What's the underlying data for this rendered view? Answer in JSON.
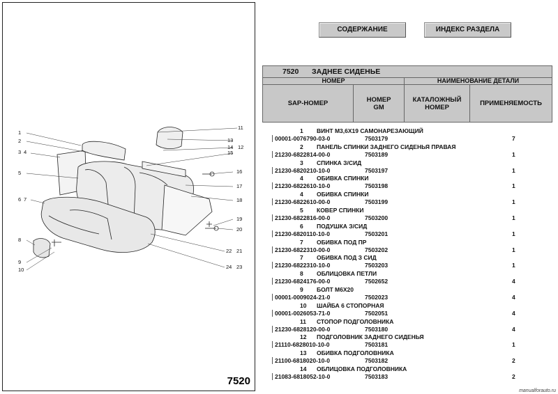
{
  "diagram": {
    "page_number": "7520",
    "callouts_left": [
      "1",
      "2",
      "3",
      "4",
      "5",
      "6",
      "7",
      "8",
      "9",
      "10"
    ],
    "callouts_right": [
      "11",
      "13",
      "14",
      "12",
      "15",
      "16",
      "17",
      "18",
      "19",
      "20",
      "22",
      "21",
      "24",
      "23"
    ]
  },
  "nav": {
    "contents_label": "СОДЕРЖАНИЕ",
    "index_label": "ИНДЕКС РАЗДЕЛА"
  },
  "section": {
    "code": "7520",
    "title": "ЗАДНЕЕ СИДЕНЬЕ"
  },
  "table_headers": {
    "number_group": "НОМЕР",
    "name_group": "НАИМЕНОВАНИЕ ДЕТАЛИ",
    "sap": "SAP-НОМЕР",
    "gm": "НОМЕР GM",
    "catalog": "КАТАЛОЖНЫЙ НОМЕР",
    "applicability": "ПРИМЕНЯЕМОСТЬ"
  },
  "parts": [
    {
      "pos": "1",
      "name": "ВИНТ М3,6Х19 САМОНАРЕЗАЮЩИЙ",
      "sap": "00001-0076790-03-0",
      "gm": "7503179",
      "qty": "7"
    },
    {
      "pos": "2",
      "name": "ПАНЕЛЬ СПИНКИ ЗАДНЕГО СИДЕНЬЯ ПРАВАЯ",
      "sap": "21230-6822814-00-0",
      "gm": "7503189",
      "qty": "1"
    },
    {
      "pos": "3",
      "name": "СПИНКА З/СИД",
      "sap": "21230-6820210-10-0",
      "gm": "7503197",
      "qty": "1"
    },
    {
      "pos": "4",
      "name": "ОБИВКА СПИНКИ",
      "sap": "21230-6822610-10-0",
      "gm": "7503198",
      "qty": "1"
    },
    {
      "pos": "4",
      "name": "ОБИВКА СПИНКИ",
      "sap": "21230-6822610-00-0",
      "gm": "7503199",
      "qty": "1"
    },
    {
      "pos": "5",
      "name": "КОВЕР СПИНКИ",
      "sap": "21230-6822816-00-0",
      "gm": "7503200",
      "qty": "1"
    },
    {
      "pos": "6",
      "name": "ПОДУШКА З/СИД",
      "sap": "21230-6820110-10-0",
      "gm": "7503201",
      "qty": "1"
    },
    {
      "pos": "7",
      "name": "ОБИВКА ПОД ПР",
      "sap": "21230-6822310-00-0",
      "gm": "7503202",
      "qty": "1"
    },
    {
      "pos": "7",
      "name": "ОБИВКА ПОД З СИД",
      "sap": "21230-6822310-10-0",
      "gm": "7503203",
      "qty": "1"
    },
    {
      "pos": "8",
      "name": "ОБЛИЦОВКА ПЕТЛИ",
      "sap": "21230-6824176-00-0",
      "gm": "7502652",
      "qty": "4"
    },
    {
      "pos": "9",
      "name": "БОЛТ М6Х20",
      "sap": "00001-0009024-21-0",
      "gm": "7502023",
      "qty": "4"
    },
    {
      "pos": "10",
      "name": "ШАЙБА 6 СТОПОРНАЯ",
      "sap": "00001-0026053-71-0",
      "gm": "7502051",
      "qty": "4"
    },
    {
      "pos": "11",
      "name": "СТОПОР ПОДГОЛОВНИКА",
      "sap": "21230-6828120-00-0",
      "gm": "7503180",
      "qty": "4"
    },
    {
      "pos": "12",
      "name": "ПОДГОЛОВНИК ЗАДНЕГО СИДЕНЬЯ",
      "sap": "21110-6828010-10-0",
      "gm": "7503181",
      "qty": "1"
    },
    {
      "pos": "13",
      "name": "ОБИВКА ПОДГОЛОВНИКА",
      "sap": "21100-6818020-10-0",
      "gm": "7503182",
      "qty": "2"
    },
    {
      "pos": "14",
      "name": "ОБЛИЦОВКА ПОДГОЛОВНИКА",
      "sap": "21083-6818052-10-0",
      "gm": "7503183",
      "qty": "2"
    }
  ],
  "watermark": "manualforauto.ru"
}
